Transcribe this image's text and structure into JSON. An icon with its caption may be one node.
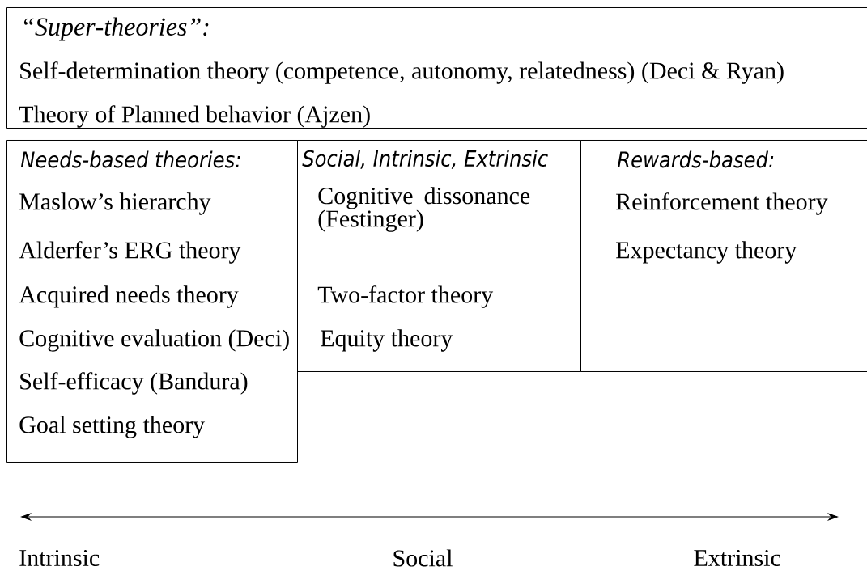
{
  "diagram": {
    "nodes": [
      {
        "text": [
          "“Super‐theories”:",
          "Self-determination theory (competence, autonomy, relatedness) (Deci & Ryan)",
          "Theory of Planned behavior (Ajzen)"
        ]
      },
      {
        "text": [
          "Needs-based theories:",
          "Maslow’s hierarchy",
          "Alderfer’s ERG theory",
          "Acquired needs theory",
          "Cognitive evaluation (Deci)",
          "Self-efficacy (Bandura)",
          "Goal setting theory"
        ]
      },
      {
        "text": [
          "Social, Intrinsic, Extrinsic",
          "Cognitive dissonance (Festinger)",
          "Two-factor theory",
          "Equity theory"
        ]
      },
      {
        "text": [
          "Rewards-based:",
          "Reinforcement theory",
          "Expectancy theory"
        ]
      }
    ],
    "labels": [
      "Intrinsic",
      "Social",
      "Extrinsic"
    ]
  }
}
